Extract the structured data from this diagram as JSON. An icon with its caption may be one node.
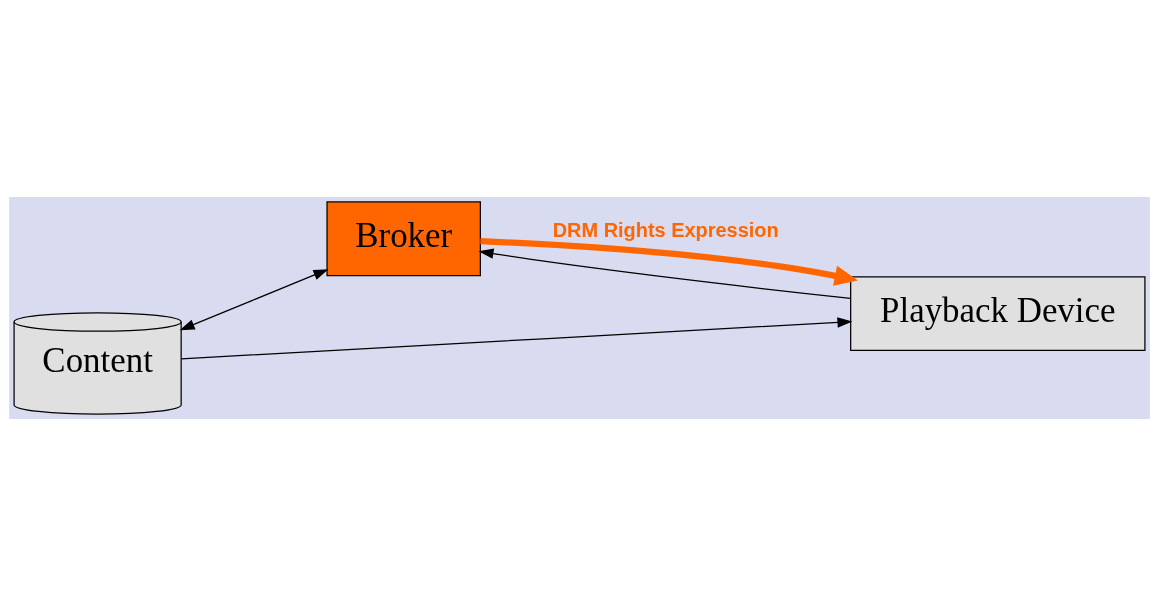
{
  "diagram": {
    "nodes": [
      {
        "text": [
          "Broker"
        ]
      },
      {
        "text": [
          "Content"
        ]
      },
      {
        "text": [
          "Playback Device"
        ]
      }
    ],
    "edges": [
      {
        "from": 1,
        "to": 0,
        "arrow": "both"
      },
      {
        "from": 0,
        "to": 2,
        "arrow": "to",
        "label": "DRM Rights Expression",
        "style": "thick",
        "color": "#ff6600"
      },
      {
        "from": 2,
        "to": 0,
        "arrow": "to"
      },
      {
        "from": 1,
        "to": 2,
        "arrow": "to"
      }
    ]
  }
}
